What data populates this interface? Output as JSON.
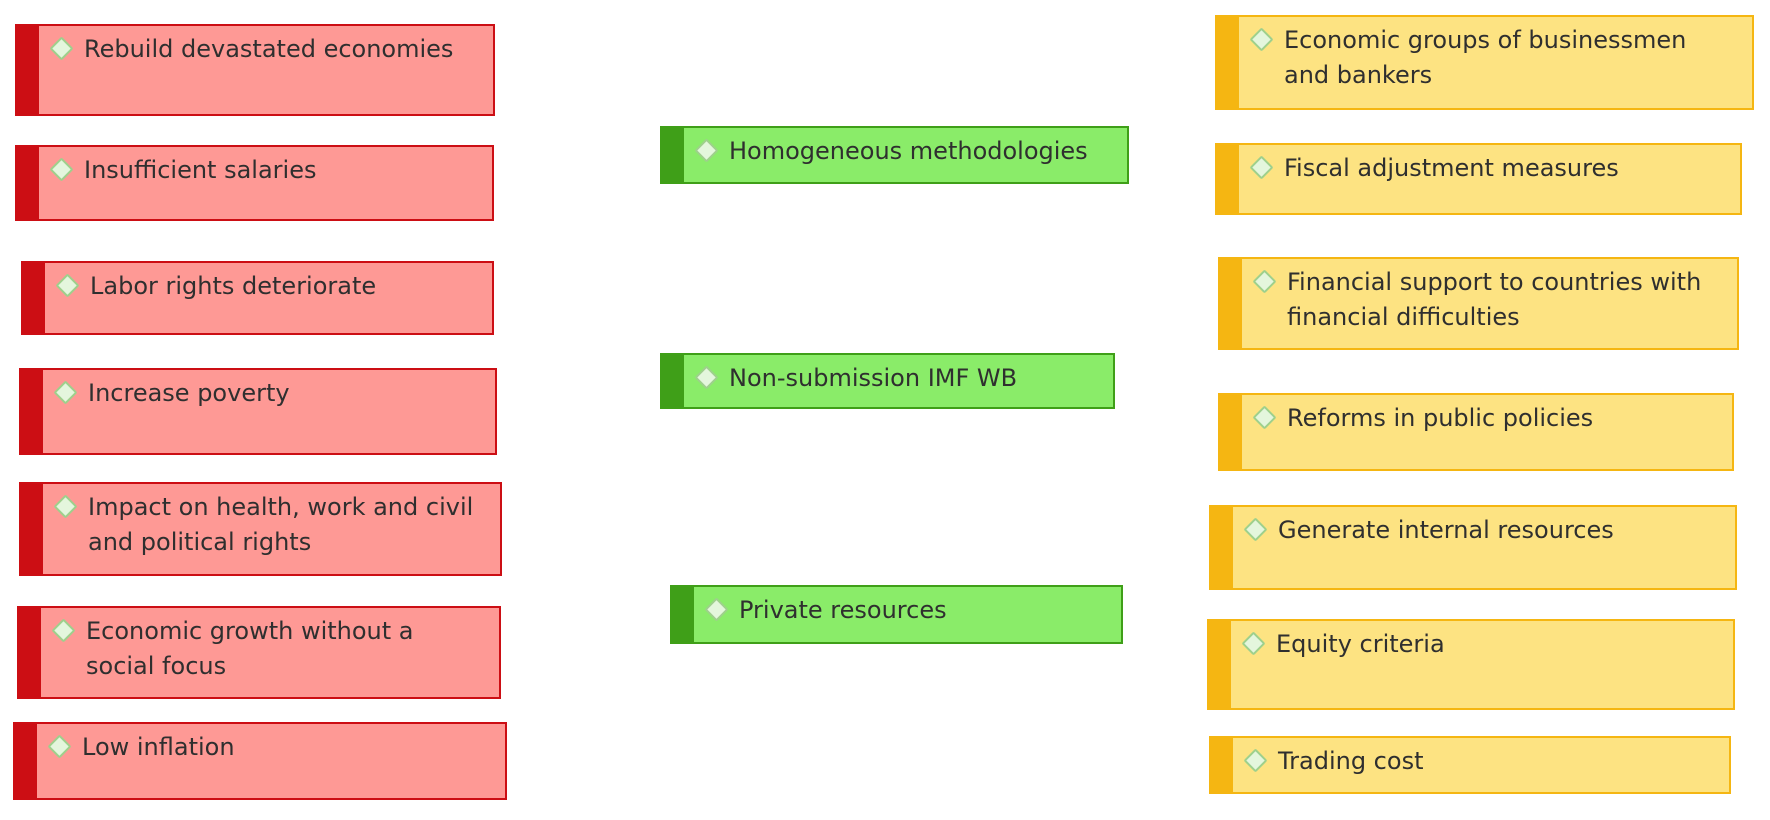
{
  "diagram": {
    "left_column": [
      {
        "id": "rebuild",
        "text": "Rebuild devastated economies",
        "color": "#fe9995"
      },
      {
        "id": "salaries",
        "text": "Insufficient salaries",
        "color": "#fe9995"
      },
      {
        "id": "labor",
        "text": "Labor rights deteriorate",
        "color": "#fe9995"
      },
      {
        "id": "poverty",
        "text": "Increase poverty",
        "color": "#fe9995"
      },
      {
        "id": "impact",
        "text": "Impact on health, work and civil and political rights",
        "color": "#fe9995"
      },
      {
        "id": "growth",
        "text": "Economic growth without a social focus",
        "color": "#fe9995"
      },
      {
        "id": "inflation",
        "text": "Low inflation",
        "color": "#fe9995"
      }
    ],
    "middle_column": [
      {
        "id": "homogeneous",
        "text": "Homogeneous methodologies",
        "color": "#8aec69"
      },
      {
        "id": "nonsubmission",
        "text": "Non-submission IMF WB",
        "color": "#8aec69"
      },
      {
        "id": "private",
        "text": "Private resources",
        "color": "#8aec69"
      }
    ],
    "right_column": [
      {
        "id": "groups",
        "text": "Economic groups of businessmen and bankers",
        "color": "#fde382"
      },
      {
        "id": "fiscal",
        "text": "Fiscal adjustment measures",
        "color": "#fde382"
      },
      {
        "id": "support",
        "text": "Financial support to countries with financial difficulties",
        "color": "#fde382"
      },
      {
        "id": "reforms",
        "text": "Reforms in public policies",
        "color": "#fde382"
      },
      {
        "id": "internal",
        "text": "Generate internal resources",
        "color": "#fde382"
      },
      {
        "id": "equity",
        "text": "Equity criteria",
        "color": "#fde382"
      },
      {
        "id": "trading",
        "text": "Trading cost",
        "color": "#fde382"
      }
    ]
  }
}
